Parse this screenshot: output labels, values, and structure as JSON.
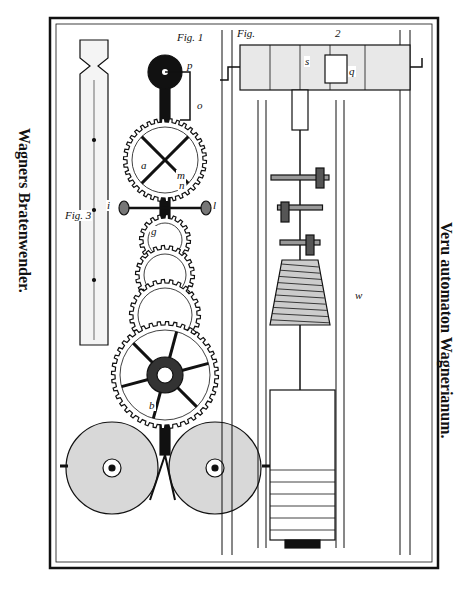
{
  "diagram": {
    "title": "Wagners Bratenwender.",
    "caption": "Veru automaton Wagnerianum.",
    "labels": [
      "Fig. 1",
      "p",
      "o",
      "a",
      "m",
      "n",
      "i",
      "l",
      "g",
      "b",
      "Fig. 3",
      "Fig.",
      "2",
      "s",
      "q",
      "w"
    ]
  }
}
